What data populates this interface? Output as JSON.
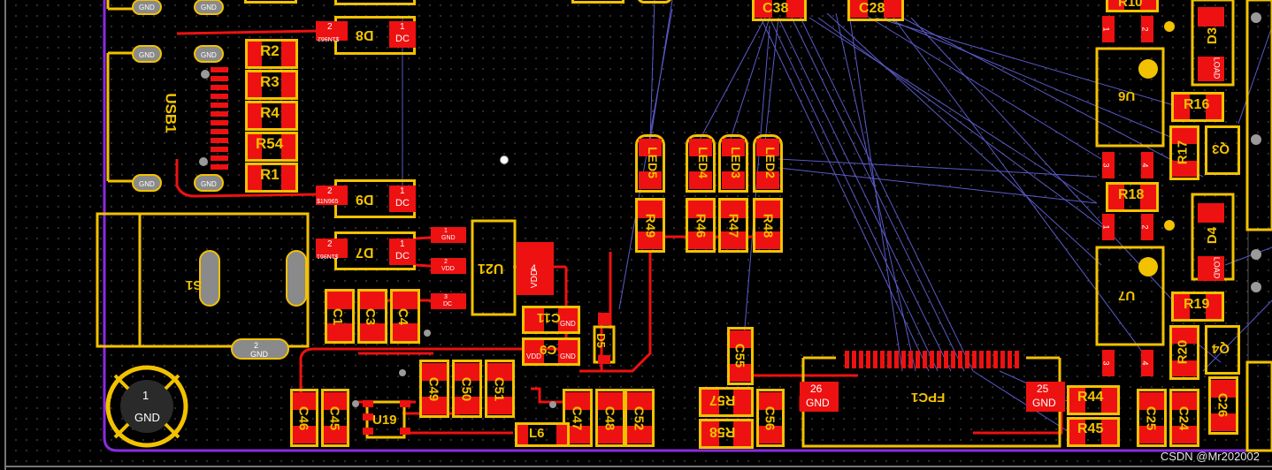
{
  "designators": {
    "r2": "R2",
    "r3": "R3",
    "r4": "R4",
    "r54": "R54",
    "r1": "R1",
    "d8": "D8",
    "d9": "D9",
    "d7": "D7",
    "usb1": "USB1",
    "s1": "S1",
    "u21": "U21",
    "c1": "C1",
    "c3": "C3",
    "c4": "C4",
    "c11": "C11",
    "c9": "C9",
    "d5": "D5",
    "led5": "LED5",
    "led4": "LED4",
    "led3": "LED3",
    "led2": "LED2",
    "r49": "R49",
    "r46": "R46",
    "r47": "R47",
    "r48": "R48",
    "c38": "C38",
    "c28": "C28",
    "c55": "C55",
    "c56": "C56",
    "r57": "R57",
    "r58": "R58",
    "fpc1": "FPC1",
    "c46": "C46",
    "c45": "C45",
    "u19": "U19",
    "c49": "C49",
    "c50": "C50",
    "c51": "C51",
    "c47": "C47",
    "c48": "C48",
    "c52": "C52",
    "l6": "L6",
    "r44": "R44",
    "r45": "R45",
    "c25": "C25",
    "c24": "C24",
    "c26": "C26",
    "r10": "R10",
    "d3": "D3",
    "u6": "U6",
    "r16": "R16",
    "r17": "R17",
    "q3": "Q3",
    "r18": "R18",
    "d4": "D4",
    "u7": "U7",
    "r19": "R19",
    "r20": "R20",
    "q4": "Q4"
  },
  "pad_labels": {
    "gnd": "GND",
    "vdd": "VDD",
    "dc": "DC",
    "load": "LOAD",
    "n1": "1",
    "n2": "2",
    "n3": "3",
    "n4": "4",
    "n25": "25",
    "n26": "26",
    "sn965": "$1N965",
    "sn962": "$1N962",
    "sn961": "$1N961"
  },
  "mounting_hole": {
    "number": "1",
    "net": "GND"
  },
  "watermark": "CSDN @Mr202002",
  "colors": {
    "background": "#000000",
    "silkscreen": "#f2c200",
    "copper_pad": "#ee1111",
    "board_outline": "#8a2be2",
    "ratsnest": "#5a5ac8"
  }
}
